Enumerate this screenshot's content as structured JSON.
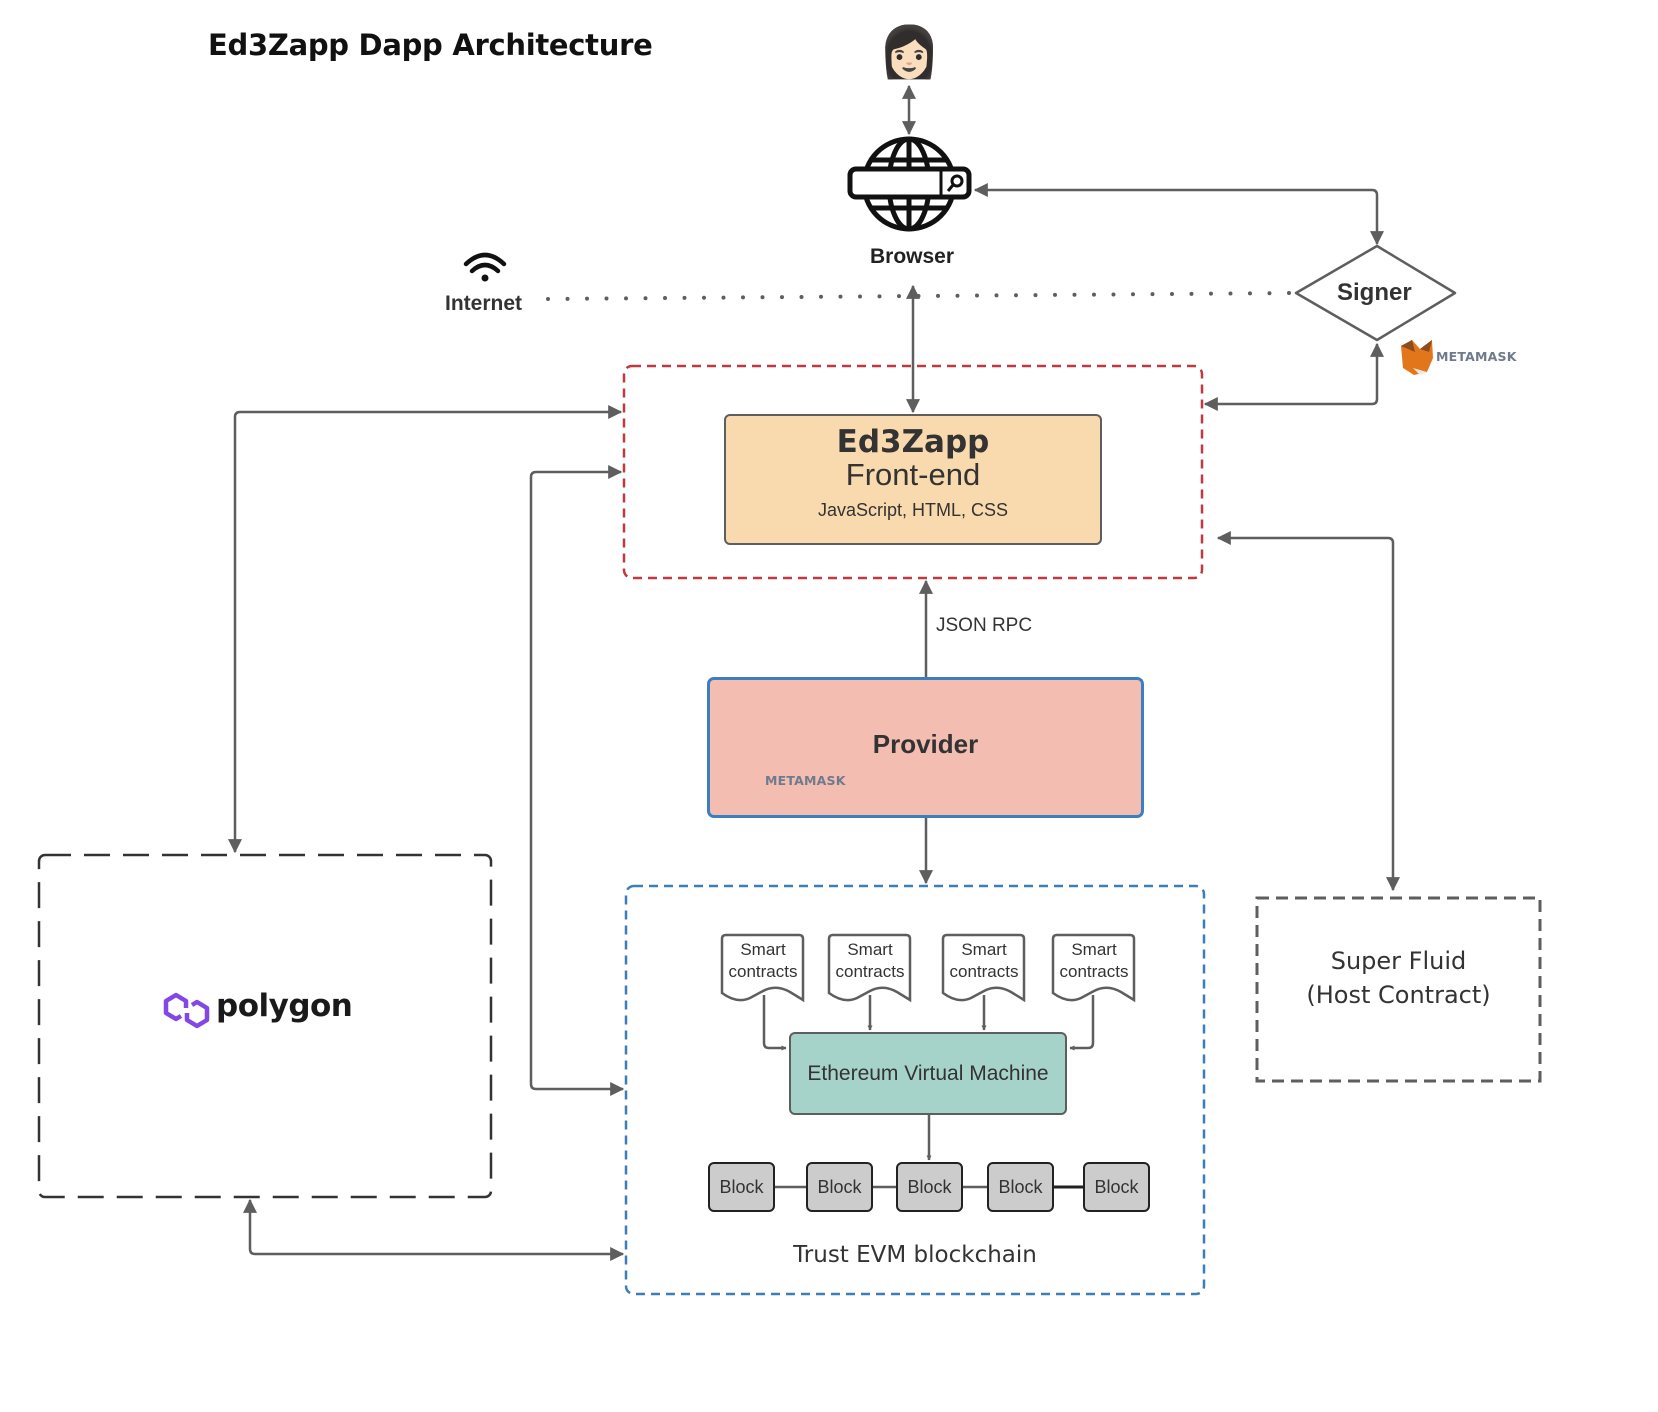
{
  "page": {
    "title": "Ed3Zapp Dapp Architecture"
  },
  "nodes": {
    "user": {
      "icon": "woman-user-icon",
      "glyph": "👩🏻"
    },
    "browser": {
      "label": "Browser",
      "icon": "globe-search-icon"
    },
    "internet": {
      "label": "Internet",
      "icon": "wifi-icon"
    },
    "signer": {
      "label": "Signer",
      "badge": "METAMASK",
      "badge_icon": "metamask-fox-icon"
    },
    "frontend": {
      "title": "Ed3Zapp",
      "subtitle": "Front-end",
      "tech": "JavaScript, HTML, CSS"
    },
    "json_rpc": {
      "label": "JSON RPC"
    },
    "provider": {
      "label": "Provider",
      "badge": "METAMASK",
      "badge_icon": "metamask-fox-icon"
    },
    "blockchain": {
      "label": "Trust EVM blockchain",
      "smart_contracts": [
        {
          "line1": "Smart",
          "line2": "contracts"
        },
        {
          "line1": "Smart",
          "line2": "contracts"
        },
        {
          "line1": "Smart",
          "line2": "contracts"
        },
        {
          "line1": "Smart",
          "line2": "contracts"
        }
      ],
      "evm": "Ethereum Virtual Machine",
      "blocks": [
        "Block",
        "Block",
        "Block",
        "Block",
        "Block"
      ]
    },
    "polygon": {
      "label": "polygon",
      "icon": "polygon-logo-icon"
    },
    "superfluid": {
      "line1": "Super Fluid",
      "line2": "(Host Contract)"
    }
  },
  "colors": {
    "connector": "#5e5e5e",
    "frontend_container_border": "#c0393f",
    "blockchain_container_border": "#3a7fb8",
    "frontend_fill": "#f9d9ae",
    "provider_fill": "#f4bdb2",
    "provider_border": "#3c7fc0",
    "evm_fill": "#a6d3c9",
    "block_fill": "#cccccc",
    "polygon_purple": "#8247e5",
    "metamask_orange": "#e2761b"
  }
}
